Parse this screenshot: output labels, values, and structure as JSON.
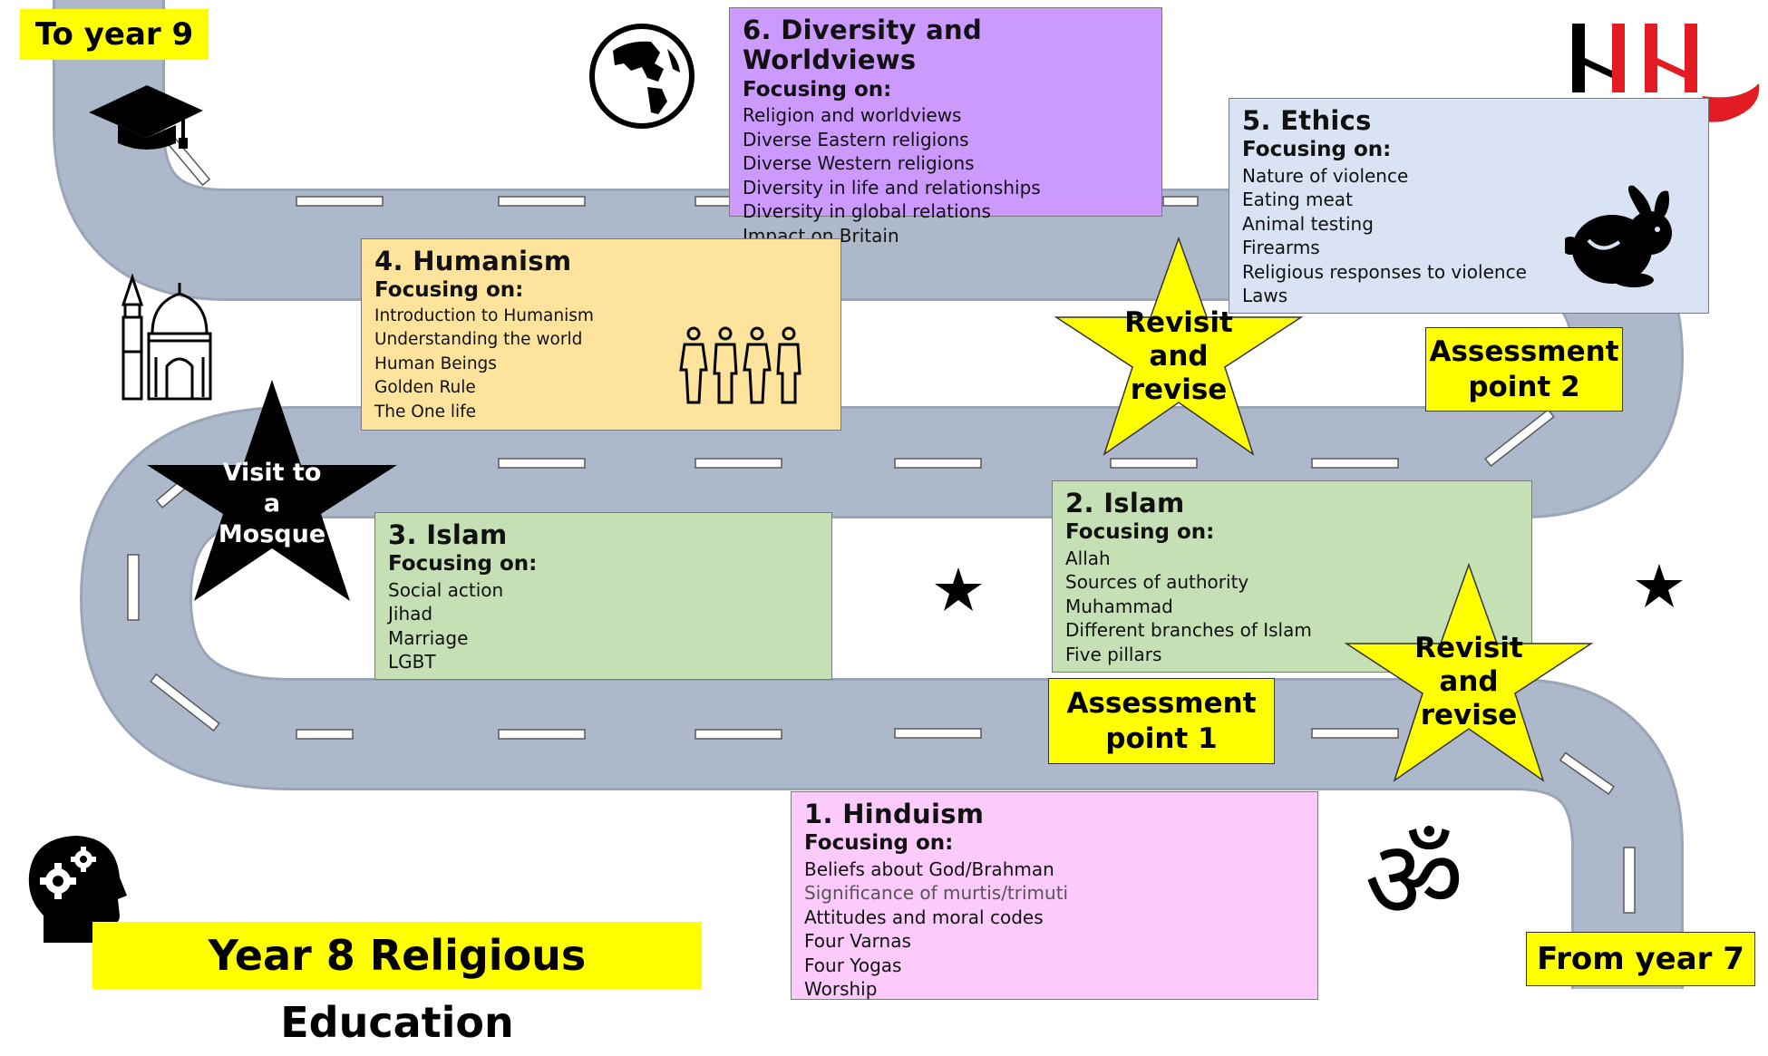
{
  "labels": {
    "to_year": "To year 9",
    "from_year": "From year 7",
    "page_title": "Year 8 Religious Education",
    "assessment_1": [
      "Assessment",
      "point 1"
    ],
    "assessment_2": [
      "Assessment",
      "point 2"
    ]
  },
  "stars": {
    "mosque_visit": [
      "Visit to",
      "a",
      "Mosque"
    ],
    "revisit_upper": [
      "Revisit",
      "and",
      "revise"
    ],
    "revisit_lower": [
      "Revisit",
      "and",
      "revise"
    ]
  },
  "units": [
    {
      "title": "1.  Hinduism",
      "focus_label": "Focusing on:",
      "items": [
        "Beliefs about God/Brahman",
        "Significance of murtis/trimuti",
        "Attitudes and moral codes",
        "Four Varnas",
        "Four Yogas",
        "Worship"
      ],
      "color": "#fccbfc"
    },
    {
      "title": "2. Islam",
      "focus_label": "Focusing on:",
      "items": [
        "Allah",
        "Sources of authority",
        "Muhammad",
        "Different branches of Islam",
        "Five pillars"
      ],
      "color": "#c5e0b4"
    },
    {
      "title": "3. Islam",
      "focus_label": "Focusing on:",
      "items": [
        "Social action",
        "Jihad",
        "Marriage",
        "LGBT"
      ],
      "color": "#c5e0b4"
    },
    {
      "title": "4. Humanism",
      "focus_label": "Focusing on:",
      "items": [
        "Introduction to Humanism",
        "Understanding the world",
        "Human Beings",
        "Golden Rule",
        "The One life"
      ],
      "color": "#fde39c"
    },
    {
      "title": "5. Ethics",
      "focus_label": "Focusing on:",
      "items": [
        "Nature of violence",
        "Eating meat",
        "Animal testing",
        "Firearms",
        "Religious responses to violence",
        "Laws"
      ],
      "color": "#dae3f3"
    },
    {
      "title": "6.  Diversity and Worldviews",
      "focus_label": "Focusing on:",
      "items": [
        "Religion and worldviews",
        "Diverse Eastern religions",
        "Diverse Western religions",
        "Diversity in life and relationships",
        "Diversity in global relations",
        "Impact on Britain"
      ],
      "color": "#cc99ff"
    }
  ],
  "icons": {
    "om": "ॐ",
    "graduation": "graduation-cap-icon",
    "globe": "globe-icon",
    "mosque": "mosque-icon",
    "people": "people-icon",
    "rabbit": "rabbit-icon",
    "crescent": "crescent-star-icon",
    "head": "head-gears-icon",
    "logo": "school-logo"
  },
  "colors": {
    "road": "#adb9ca",
    "road_edge": "#9aa6b8",
    "dash_fill": "#ffffff",
    "dash_stroke": "#595959",
    "highlight": "#ffff00",
    "logo_red": "#e31b23"
  }
}
